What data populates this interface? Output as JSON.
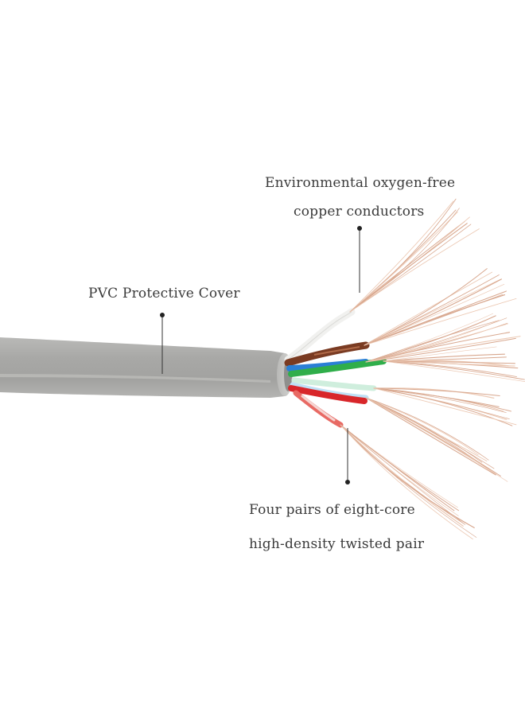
{
  "callouts": {
    "conductors": {
      "line1": "Environmental oxygen-free",
      "line2": "copper conductors"
    },
    "cover": {
      "line1": "PVC Protective Cover"
    },
    "pairs": {
      "line1": "Four pairs of eight-core",
      "line2": "high-density twisted pair"
    }
  },
  "colors": {
    "jacket": "#a9a9a7",
    "jacket_light": "#c2c2c0",
    "jacket_end": "#d0d0ce",
    "copper": "#d8a78e",
    "copper_light": "#ecc9b4",
    "wire_white": "#f3f3f1",
    "wire_brown": "#7a3b22",
    "wire_blue": "#2a7fd6",
    "wire_green": "#2fae4a",
    "wire_red": "#d8262a",
    "leader_line": "#333333",
    "text": "#3a3a3a"
  },
  "wires": [
    "white",
    "brown",
    "blue",
    "green",
    "red"
  ]
}
